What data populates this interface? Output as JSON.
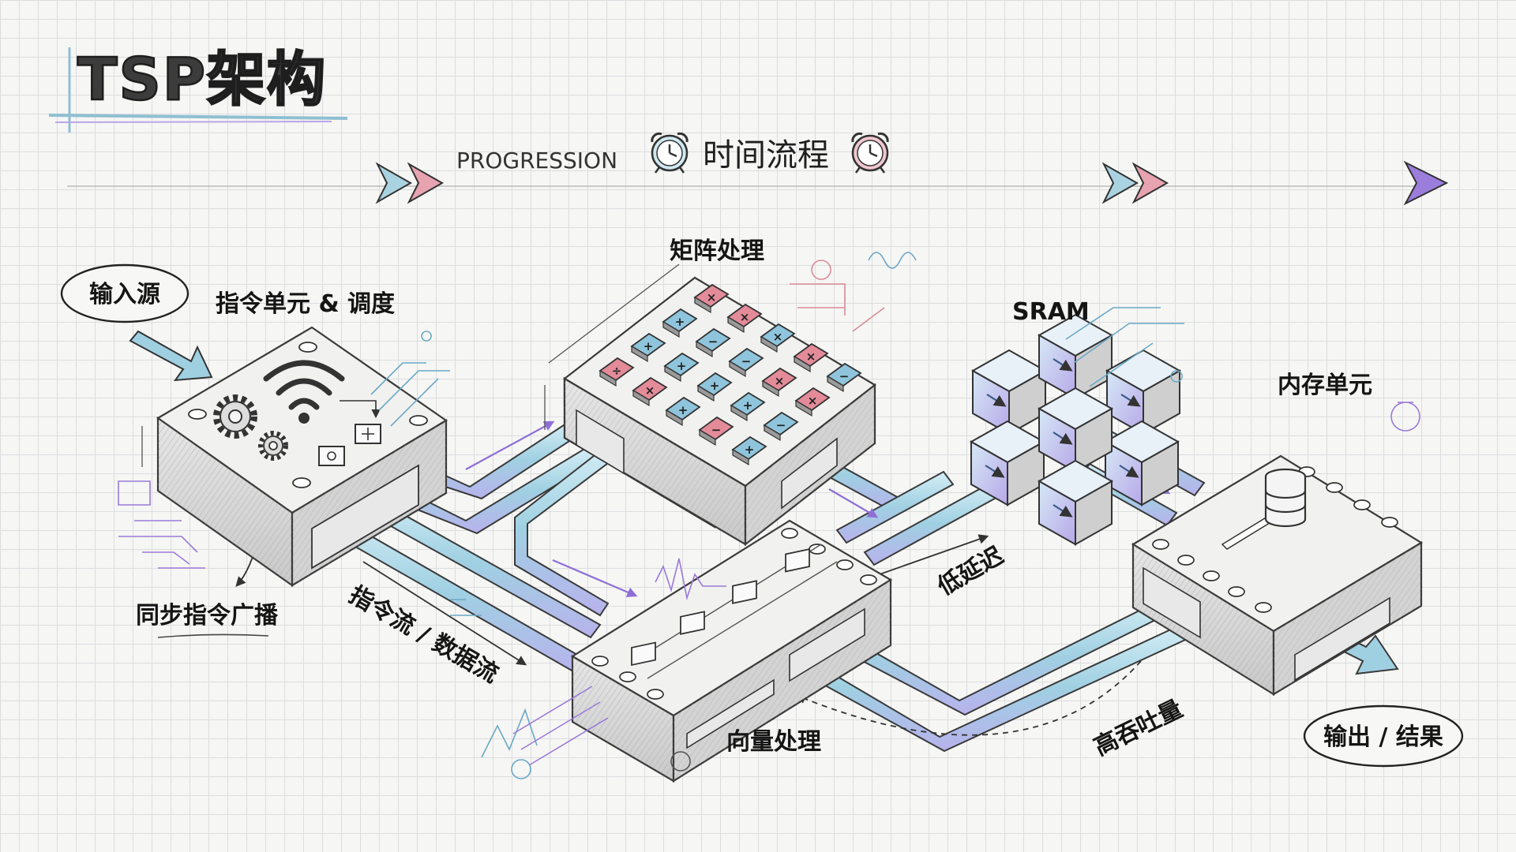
{
  "title": "TSP架构",
  "timeline": {
    "progression_label": "PROGRESSION",
    "time_label": "时间流程"
  },
  "labels": {
    "input_source": "输入源",
    "instruction_unit": "指令单元 & 调度",
    "matrix_processing": "矩阵处理",
    "sram": "SRAM",
    "memory_unit": "内存单元",
    "sync_broadcast": "同步指令广播",
    "instruction_data_flow": "指令流 / 数据流",
    "low_latency": "低延迟",
    "vector_processing": "向量处理",
    "high_throughput": "高吞吐量",
    "output_result": "输出 / 结果"
  },
  "icons": {
    "clock": "alarm-clock-icon",
    "gear": "gear-icon",
    "wifi": "wifi-icon",
    "database": "database-icon"
  },
  "matrix_keys": [
    "÷",
    "+",
    "+",
    "×",
    "×",
    "+",
    "−",
    "×",
    "+",
    "+",
    "−",
    "×",
    "−",
    "+",
    "×",
    "×",
    "+",
    "−",
    "×",
    "−"
  ],
  "colors": {
    "pink": "#e48b99",
    "blue": "#8fc5dc",
    "purple": "#9b7ddb",
    "teal": "#9ccfdf",
    "ink": "#1c1c1c"
  }
}
